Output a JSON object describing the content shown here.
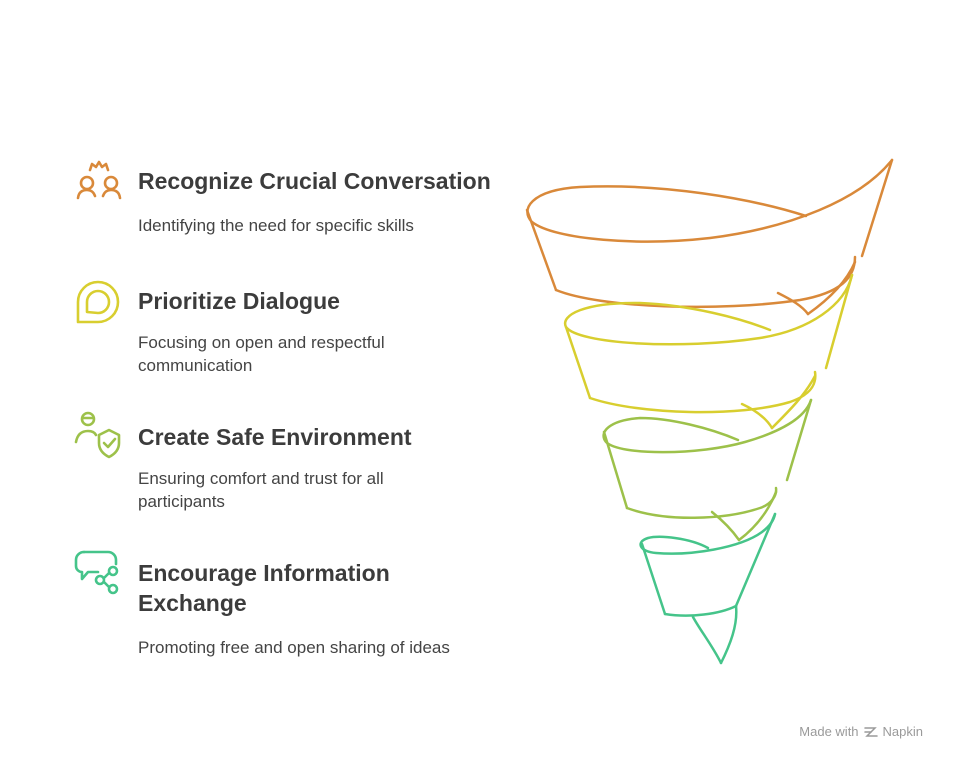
{
  "steps": [
    {
      "title": "Recognize Crucial Conversation",
      "description": "Identifying the need for specific skills",
      "icon": "two-people-conversation-icon",
      "color": "#d9893a"
    },
    {
      "title": "Prioritize Dialogue",
      "description": "Focusing on open and respectful communication",
      "icon": "chat-bubble-icon",
      "color": "#d8ce2f"
    },
    {
      "title": "Create Safe Environment",
      "description": "Ensuring comfort and trust for all participants",
      "icon": "person-shield-icon",
      "color": "#9dc14a"
    },
    {
      "title": "Encourage Information Exchange",
      "description": "Promoting free and open sharing of ideas",
      "icon": "chat-share-icon",
      "color": "#45c48a"
    }
  ],
  "footer": {
    "made_with": "Made with",
    "brand": "Napkin"
  }
}
